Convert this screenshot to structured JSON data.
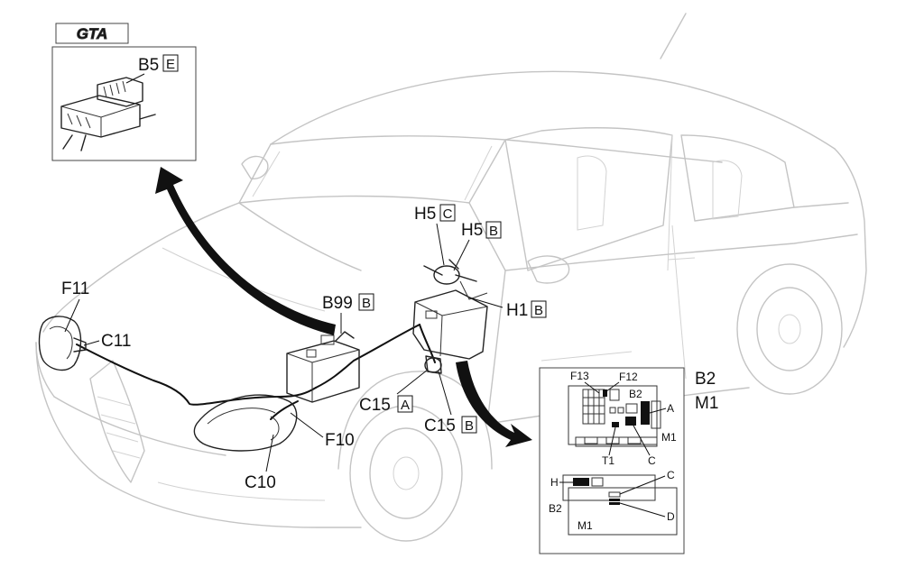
{
  "logo": {
    "text": "GTA"
  },
  "labels": {
    "b5": {
      "code": "B5",
      "letter": "E"
    },
    "h5c": {
      "code": "H5",
      "letter": "C"
    },
    "h5b": {
      "code": "H5",
      "letter": "B"
    },
    "h1b": {
      "code": "H1",
      "letter": "B"
    },
    "b99": {
      "code": "B99",
      "letter": "B"
    },
    "c15a": {
      "code": "C15",
      "letter": "A"
    },
    "c15b": {
      "code": "C15",
      "letter": "B"
    },
    "f11": "F11",
    "c11": "C11",
    "f10": "F10",
    "c10": "C10",
    "b2": "B2",
    "m1": "M1"
  },
  "detail_panel": {
    "f13": "F13",
    "f12": "F12",
    "b2": "B2",
    "a": "A",
    "m1": "M1",
    "t1": "T1",
    "c_top": "C",
    "h": "H",
    "c_bottom": "C",
    "b2_bottom": "B2",
    "d": "D",
    "m1_bottom": "M1"
  }
}
